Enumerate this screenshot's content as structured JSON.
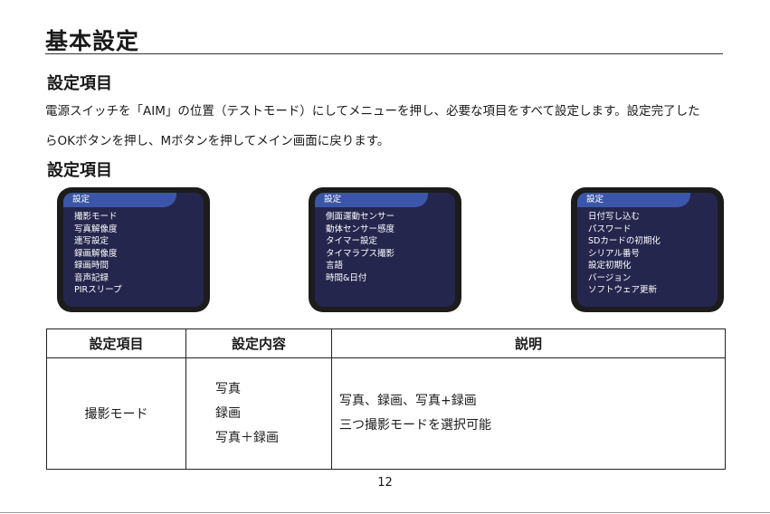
{
  "title": "基本設定",
  "section1": {
    "heading": "設定項目",
    "line1": "電源スイッチを「AIM」の位置（テストモード）にしてメニューを押し、必要な項目をすべて設定します。設定完了した",
    "line2": "らOKボタンを押し、Mボタンを押してメイン画面に戻ります。"
  },
  "section2": {
    "heading": "設定項目"
  },
  "screens": [
    {
      "header": "設定",
      "items": [
        "撮影モード",
        "写真解像度",
        "連写設定",
        "録画解像度",
        "録画時間",
        "音声記録",
        "PIRスリープ"
      ]
    },
    {
      "header": "設定",
      "items": [
        "側面運動センサー",
        "動体センサー感度",
        "タイマー設定",
        "タイマラプス撮影",
        "言語",
        "時間&日付"
      ]
    },
    {
      "header": "設定",
      "items": [
        "日付写し込む",
        "パスワード",
        "SDカードの初期化",
        "シリアル番号",
        "設定初期化",
        "バージョン",
        "ソフトウェア更新"
      ]
    }
  ],
  "table": {
    "headers": [
      "設定項目",
      "設定内容",
      "説明"
    ],
    "rows": [
      {
        "item": "撮影モード",
        "contents": [
          "写真",
          "録画",
          "写真＋録画"
        ],
        "description": [
          "写真、録画、写真+録画",
          "三つ撮影モードを選択可能"
        ]
      }
    ]
  },
  "page_number": "12"
}
